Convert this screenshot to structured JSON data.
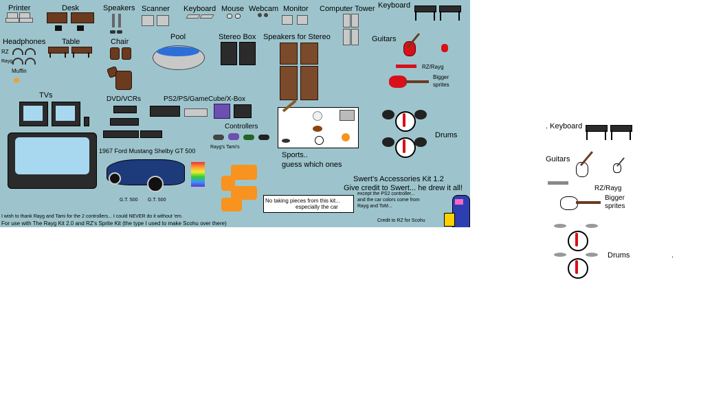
{
  "labels": {
    "printer": "Printer",
    "desk": "Desk",
    "speakers": "Speakers",
    "scanner": "Scanner",
    "keyboard": "Keyboard",
    "mouse": "Mouse",
    "webcam": "Webcam",
    "monitor": "Monitor",
    "computer_tower": "Computer Tower",
    "keyboard2": "Keyboard",
    "headphones": "Headphones",
    "table": "Table",
    "chair": "Chair",
    "pool": "Pool",
    "stereo_box": "Stereo Box",
    "speakers_for_stereo": "Speakers for Stereo",
    "guitars": "Guitars",
    "rz": "RZ",
    "rayg": "Rayg",
    "muffin": "Muffin",
    "rz_rayg": "RZ/Rayg",
    "bigger": "Bigger",
    "sprites": "sprites",
    "tvs": "TVs",
    "dvd_vcrs": "DVD/VCRs",
    "consoles": "PS2/PS/GameCube/X-Box",
    "controllers": "Controllers",
    "controllers_note": "Rayg's Tami's",
    "drums": "Drums",
    "car": "1967 Ford Mustang Shelby GT 500",
    "sports_1": "Sports..",
    "sports_2": "guess which ones",
    "kit_title": "Swert's Accessories Kit 1.2",
    "kit_credit": "Give credit to Swert... he drew it all!",
    "ps2_note_1": "except the PS2 controller...",
    "ps2_note_2": "and the car colors come from",
    "ps2_note_3": "Rayg and ToM...",
    "notice_1": "No taking pieces from this kit...",
    "notice_2": "especially the car",
    "credit_rz": "Credit to RZ for Scohu",
    "thanks": "I wish to thank Rayg and Tami for the 2 controllers... I could NEVER do it without 'em.",
    "usage": "For use with The Rayg Kit 2.0 and RZ's Sprite Kit (the type I used to make Scohu over there)",
    "plate_1": "G.T. 500",
    "plate_2": "G.T. 500"
  },
  "right_panel": {
    "keyboard": ". Keyboard",
    "guitars": "Guitars",
    "rz_rayg": "RZ/Rayg",
    "bigger": "Bigger",
    "sprites": "sprites",
    "drums": "Drums",
    "dot": "."
  },
  "colors": {
    "sheet_bg": "#9dc4cc",
    "wood": "#6b3a1f",
    "guitar_red": "#d8101a",
    "pool_blue": "#2d6fd8",
    "orange": "#f7931e",
    "car_blue": "#1d3a7a"
  }
}
